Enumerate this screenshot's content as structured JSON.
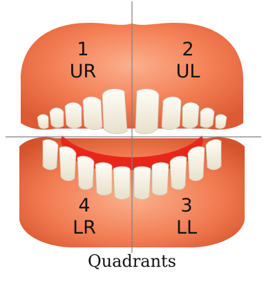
{
  "quadrants": {
    "ur": {
      "number": "1",
      "code": "UR"
    },
    "ul": {
      "number": "2",
      "code": "UL"
    },
    "ll": {
      "number": "3",
      "code": "LL"
    },
    "lr": {
      "number": "4",
      "code": "LR"
    }
  },
  "caption": "Quadrants",
  "colors": {
    "gum": "#f0754a",
    "gum_light": "#f8a27c",
    "gum_dark": "#d8542e",
    "tooth": "#f6f1e4",
    "mouth": "#e8261c",
    "divider": "#7f7f7f"
  }
}
